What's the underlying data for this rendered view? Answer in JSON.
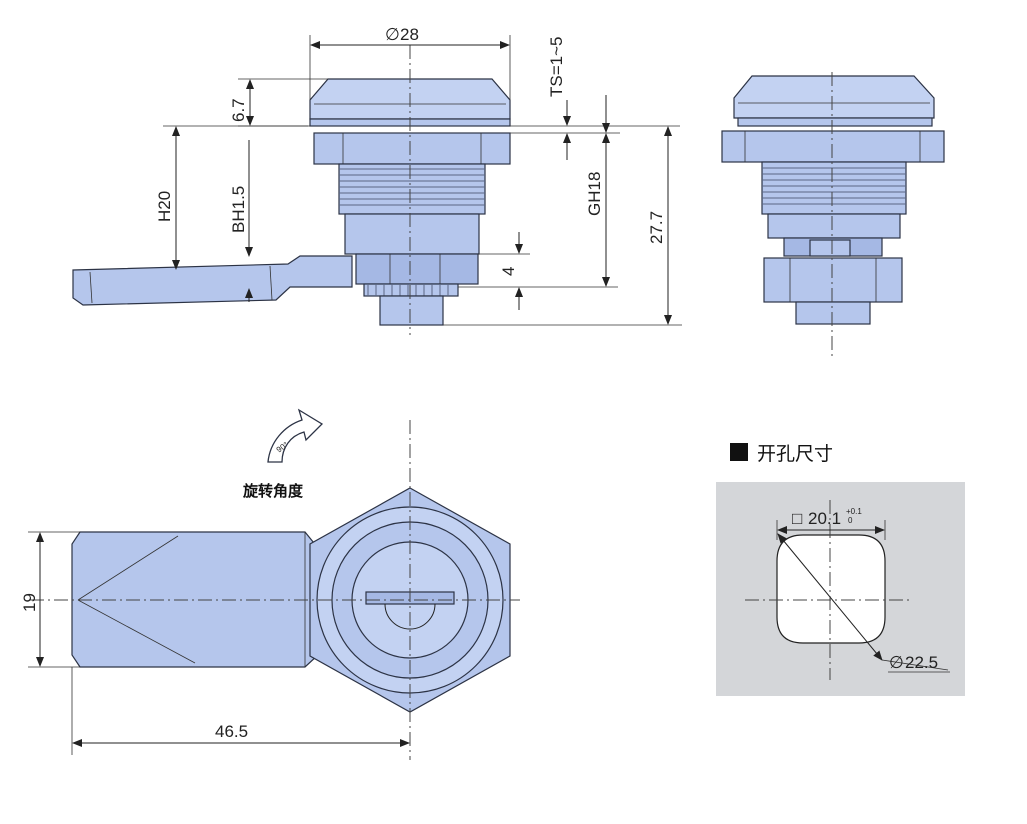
{
  "dimensions": {
    "diameter_28": "28",
    "ts": "TS=1~5",
    "h_6_7": "6.7",
    "h20": "H20",
    "bh": "BH1.5",
    "gh": "GH18",
    "h27_7": "27.7",
    "h4": "4",
    "w19": "19",
    "l46_5": "46.5",
    "cutout_square": "20.1",
    "cutout_square_tol_upper": "+0.1",
    "cutout_square_tol_lower": "0",
    "cutout_diameter": "22.5"
  },
  "labels": {
    "rotation_angle": "旋转角度",
    "rotation_deg": "90°",
    "cutout_title": "开孔尺寸",
    "diameter_symbol": "∅",
    "square_symbol": "□"
  },
  "colors": {
    "part_fill": "#b5c6ec",
    "cutout_panel": "#d4d6d9"
  }
}
